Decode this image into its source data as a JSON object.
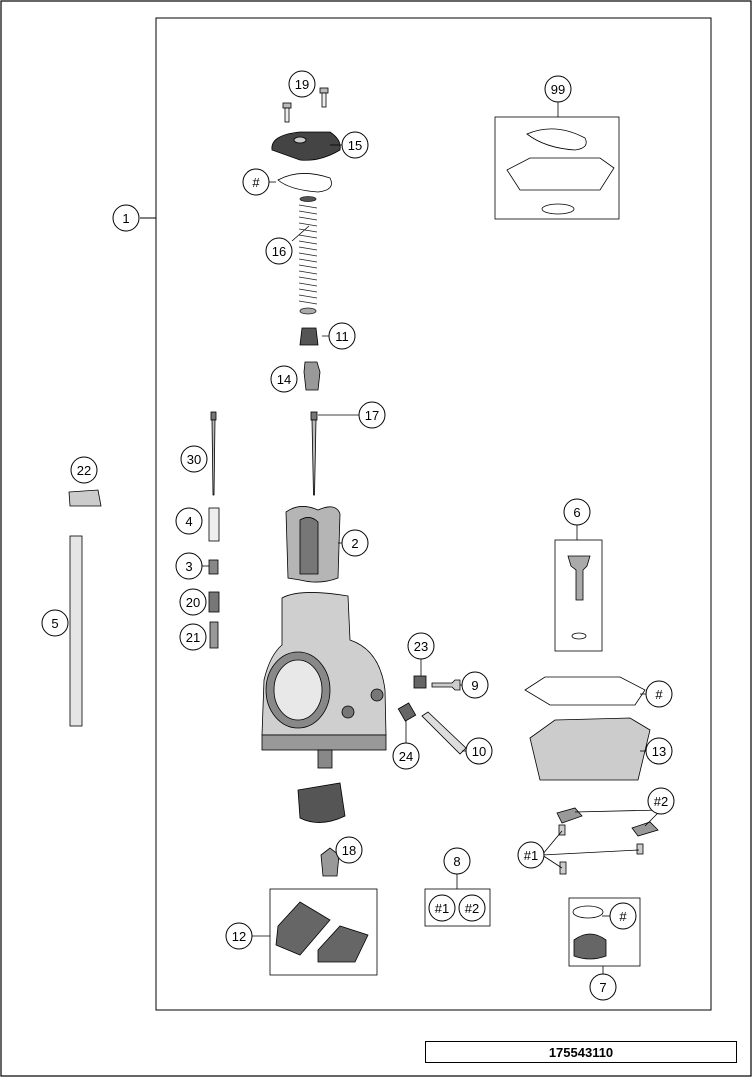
{
  "diagram": {
    "callouts": {
      "c1": "1",
      "c2": "2",
      "c3": "3",
      "c4": "4",
      "c5": "5",
      "c6": "6",
      "c7": "7",
      "c8": "8",
      "c9": "9",
      "c10": "10",
      "c11": "11",
      "c12": "12",
      "c13": "13",
      "c14": "14",
      "c15": "15",
      "c16": "16",
      "c17": "17",
      "c18": "18",
      "c19": "19",
      "c20": "20",
      "c21": "21",
      "c22": "22",
      "c23": "23",
      "c24": "24",
      "c30": "30",
      "c99": "99",
      "hash_top": "#",
      "hash_right": "#",
      "hash_bottom": "#",
      "h1_box": "#1",
      "h2_box": "#2",
      "h1_tree": "#1",
      "h2_tree": "#2"
    },
    "document_number": "175543110"
  }
}
